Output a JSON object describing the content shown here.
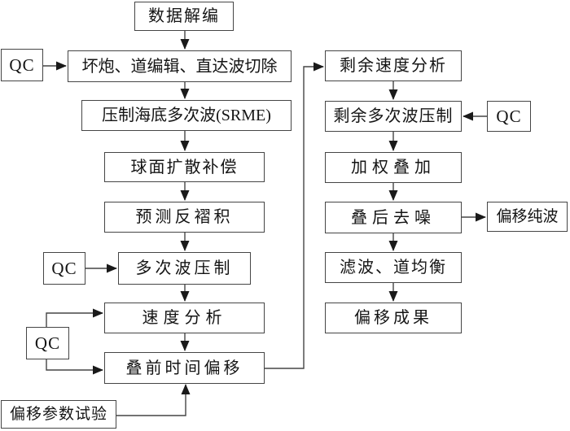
{
  "diagram": {
    "type": "flowchart",
    "language": "zh-CN",
    "colors": {
      "line": "#454545",
      "arrow": "#1a1a1a",
      "box_background": "#ffffff",
      "text": "#141414"
    },
    "boxes": {
      "qc": "QC",
      "data_demux": "数据解编",
      "bad_shot_trace_edit_direct_wave_mute": "坏炮、道编辑、直达波切除",
      "srme": "压制海底多次波(SRME)",
      "spherical_divergence_compensation": "球面扩散补偿",
      "predictive_deconvolution": "预测反褶积",
      "multiple_suppression": "多次波压制",
      "velocity_analysis": "速度分析",
      "prestack_time_migration": "叠前时间偏移",
      "migration_parameter_test": "偏移参数试验",
      "residual_velocity_analysis": "剩余速度分析",
      "residual_multiple_suppression": "剩余多次波压制",
      "weighted_stack": "加权叠加",
      "poststack_denoise": "叠后去噪",
      "migration_pure_wave": "偏移纯波",
      "filter_trace_equalization": "滤波、道均衡",
      "migration_result": "偏移成果"
    }
  }
}
